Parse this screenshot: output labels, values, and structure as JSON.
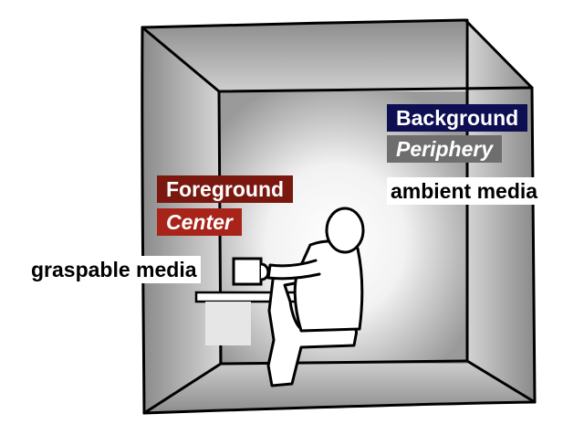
{
  "labels": {
    "background": "Background",
    "periphery": "Periphery",
    "ambient_media": "ambient media",
    "foreground": "Foreground",
    "center": "Center",
    "graspable_media": "graspable media"
  },
  "colors": {
    "background_tag": "#0e0e52",
    "periphery_tag": "#6e6e6e",
    "foreground_tag": "#7a1810",
    "center_tag": "#a8241a",
    "room_shade": "#9a9a9a"
  }
}
